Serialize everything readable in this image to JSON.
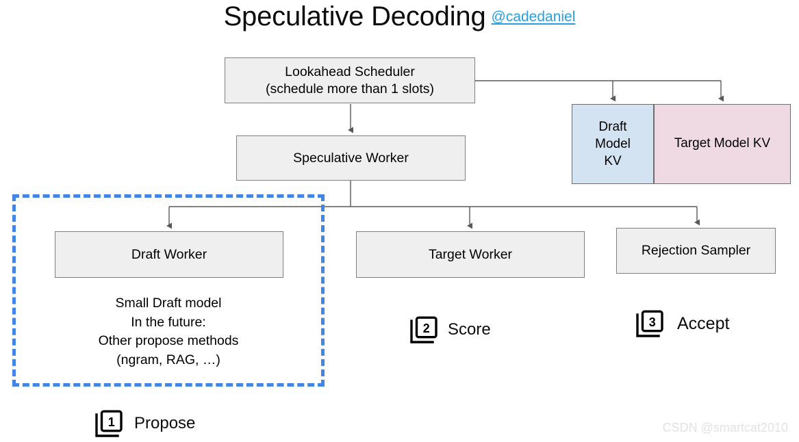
{
  "title": {
    "main": "Speculative Decoding",
    "handle": "@cadedaniel",
    "handle_color": "#2a9ee0"
  },
  "nodes": {
    "scheduler": {
      "line1": "Lookahead Scheduler",
      "line2": "(schedule more than 1 slots)"
    },
    "speculative_worker": {
      "label": "Speculative Worker"
    },
    "draft_worker": {
      "label": "Draft Worker"
    },
    "target_worker": {
      "label": "Target Worker"
    },
    "rejection_sampler": {
      "label": "Rejection Sampler"
    },
    "draft_kv": {
      "line1": "Draft",
      "line2": "Model",
      "line3": "KV",
      "fill": "#d4e3f2"
    },
    "target_kv": {
      "label": "Target Model KV",
      "fill": "#efd9e3"
    }
  },
  "draft_notes": {
    "line1": "Small Draft model",
    "line2": "In the future:",
    "line3": "Other propose methods",
    "line4": "(ngram, RAG, …)"
  },
  "highlight_region": {
    "style": "dashed",
    "color": "#4285e4"
  },
  "steps": [
    {
      "number": "1",
      "label": "Propose"
    },
    {
      "number": "2",
      "label": "Score"
    },
    {
      "number": "3",
      "label": "Accept"
    }
  ],
  "watermark": {
    "text": "CSDN @smartcat2010"
  },
  "theme": {
    "node_fill": "#efefef",
    "node_border": "#7f7f7f",
    "connector": "#595959"
  }
}
